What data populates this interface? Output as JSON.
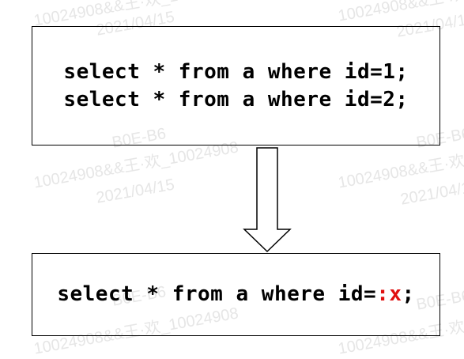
{
  "watermark": {
    "lines": [
      "10024908&&王·欢_10024908",
      "2021/04/15",
      "B0E-B6"
    ]
  },
  "top_box": {
    "lines": [
      "select * from a where id=1;",
      "select * from a where id=2;"
    ]
  },
  "bottom_box": {
    "prefix": "select * from a where id=",
    "param": ":x",
    "suffix": ";"
  },
  "colors": {
    "text": "#000000",
    "param": "#e01010",
    "border": "#000000",
    "watermark": "#e6e6e6"
  }
}
